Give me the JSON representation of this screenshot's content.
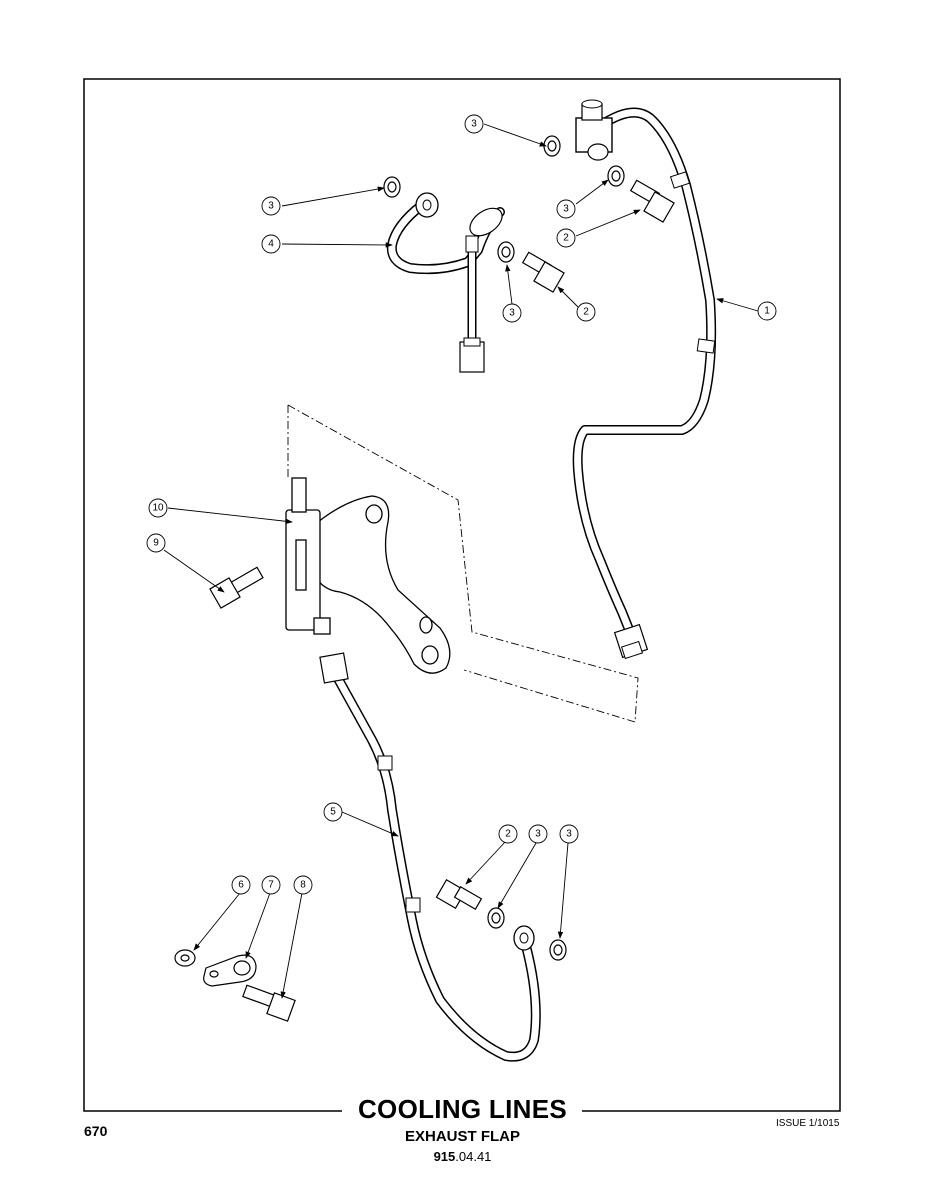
{
  "footer": {
    "title": "COOLING LINES",
    "subtitle": "EXHAUST FLAP",
    "code_bold": "915",
    "code_rest": ".04.41",
    "page_number": "670",
    "issue": "ISSUE 1/1015"
  },
  "callouts": {
    "c1": "1",
    "c2a": "2",
    "c2b": "2",
    "c2c": "2",
    "c3a": "3",
    "c3b": "3",
    "c3c": "3",
    "c3d": "3",
    "c3e": "3",
    "c3f": "3",
    "c4": "4",
    "c5": "5",
    "c6": "6",
    "c7": "7",
    "c8": "8",
    "c9": "9",
    "c10": "10"
  }
}
